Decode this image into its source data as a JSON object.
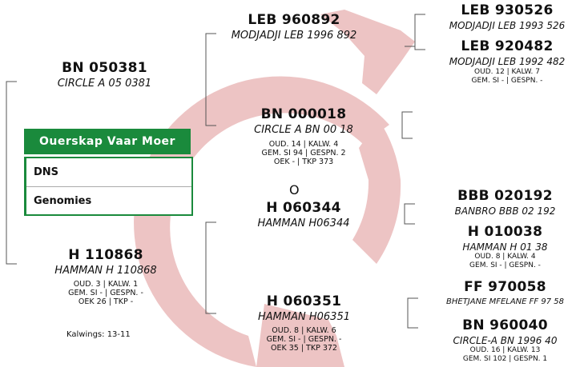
{
  "menu": {
    "header": "Ouerskap Vaar Moer",
    "items": [
      "DNS",
      "Genomies"
    ]
  },
  "colors": {
    "arrow": "#edc4c4",
    "accent": "#1a8a3c",
    "lines": "#555555"
  },
  "subject": {
    "id": "BN 000018",
    "name": "CIRCLE A BN 00 18",
    "stats1": "OUD. 14 | KALW. 4",
    "stats2": "GEM. SI 94 | GESPN. 2",
    "stats3": "OEK - | TKP 373",
    "sex_symbol": "O"
  },
  "sire": {
    "id": "BN 050381",
    "name": "CIRCLE A 05 0381"
  },
  "dam": {
    "id": "H 110868",
    "name": "HAMMAN H 110868",
    "stats1": "OUD. 3 | KALW. 1",
    "stats2": "GEM. SI - | GESPN. -",
    "stats3": "OEK 26 | TKP -",
    "calvings": "Kalwings: 13-11"
  },
  "top_parent": {
    "id": "LEB 960892",
    "name": "MODJADJI LEB 1996 892"
  },
  "top_right_1": {
    "id": "LEB 930526",
    "name": "MODJADJI LEB 1993 526"
  },
  "top_right_2": {
    "id": "LEB 920482",
    "name": "MODJADJI LEB 1992 482",
    "stats1": "OUD. 12 | KALW. 7",
    "stats2": "GEM. SI - | GESPN. -"
  },
  "center_lower": {
    "id": "H 060344",
    "name": "HAMMAN H06344"
  },
  "right_1": {
    "id": "BBB 020192",
    "name": "BANBRO BBB 02 192"
  },
  "right_2": {
    "id": "H 010038",
    "name": "HAMMAN H 01 38",
    "stats1": "OUD. 8 | KALW. 4",
    "stats2": "GEM. SI - | GESPN. -"
  },
  "right_3": {
    "id": "FF 970058",
    "name": "BHETJANE MFELANE FF 97 58"
  },
  "right_4": {
    "id": "BN 960040",
    "name": "CIRCLE-A BN 1996 40",
    "stats1": "OUD. 16 | KALW. 13",
    "stats2": "GEM. SI 102 | GESPN. 1"
  },
  "bottom": {
    "id": "H 060351",
    "name": "HAMMAN H06351",
    "stats1": "OUD. 8 | KALW. 6",
    "stats2": "GEM. SI - | GESPN. -",
    "stats3": "OEK 35 | TKP 372"
  }
}
